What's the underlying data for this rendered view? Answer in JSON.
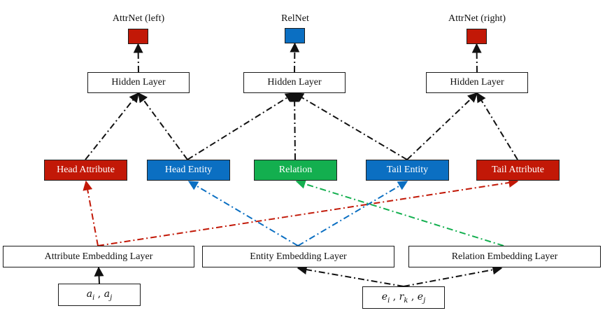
{
  "colors": {
    "attribute": "#C21807",
    "entity": "#0B6FC2",
    "relation": "#13AF4F",
    "edge_black": "#111111"
  },
  "outputs": [
    {
      "id": "attrnet-left",
      "label": "AttrNet (left)",
      "color_key": "attribute"
    },
    {
      "id": "relnet",
      "label": "RelNet",
      "color_key": "entity"
    },
    {
      "id": "attrnet-right",
      "label": "AttrNet (right)",
      "color_key": "attribute"
    }
  ],
  "hidden_layers": [
    {
      "id": "hidden-left",
      "label": "Hidden Layer"
    },
    {
      "id": "hidden-mid",
      "label": "Hidden Layer"
    },
    {
      "id": "hidden-right",
      "label": "Hidden Layer"
    }
  ],
  "features": [
    {
      "id": "head-attribute",
      "label": "Head Attribute",
      "color_key": "attribute"
    },
    {
      "id": "head-entity",
      "label": "Head Entity",
      "color_key": "entity"
    },
    {
      "id": "relation",
      "label": "Relation",
      "color_key": "relation"
    },
    {
      "id": "tail-entity",
      "label": "Tail Entity",
      "color_key": "entity"
    },
    {
      "id": "tail-attribute",
      "label": "Tail Attribute",
      "color_key": "attribute"
    }
  ],
  "embeddings": [
    {
      "id": "attr-embedding",
      "label": "Attribute Embedding Layer"
    },
    {
      "id": "entity-embedding",
      "label": "Entity Embedding Layer"
    },
    {
      "id": "relation-embedding",
      "label": "Relation Embedding Layer"
    }
  ],
  "inputs": {
    "attributes": {
      "parts": [
        {
          "base": "a",
          "sub": "i"
        },
        {
          "base": "a",
          "sub": "j"
        }
      ],
      "separator": " , "
    },
    "triple": {
      "parts": [
        {
          "base": "e",
          "sub": "i"
        },
        {
          "base": "r",
          "sub": "k"
        },
        {
          "base": "e",
          "sub": "j"
        }
      ],
      "separator": " , "
    }
  },
  "edges": [
    {
      "from": "hidden-left",
      "to": "attrnet-left",
      "color_key": "edge_black"
    },
    {
      "from": "hidden-mid",
      "to": "relnet",
      "color_key": "edge_black"
    },
    {
      "from": "hidden-right",
      "to": "attrnet-right",
      "color_key": "edge_black"
    },
    {
      "from": "head-attribute",
      "to": "hidden-left",
      "color_key": "edge_black"
    },
    {
      "from": "head-entity",
      "to": "hidden-left",
      "color_key": "edge_black"
    },
    {
      "from": "head-entity",
      "to": "hidden-mid",
      "color_key": "edge_black"
    },
    {
      "from": "relation",
      "to": "hidden-mid",
      "color_key": "edge_black"
    },
    {
      "from": "tail-entity",
      "to": "hidden-mid",
      "color_key": "edge_black"
    },
    {
      "from": "tail-entity",
      "to": "hidden-right",
      "color_key": "edge_black"
    },
    {
      "from": "tail-attribute",
      "to": "hidden-right",
      "color_key": "edge_black"
    },
    {
      "from": "attr-embedding",
      "to": "head-attribute",
      "color_key": "attribute"
    },
    {
      "from": "attr-embedding",
      "to": "tail-attribute",
      "color_key": "attribute"
    },
    {
      "from": "entity-embedding",
      "to": "head-entity",
      "color_key": "entity"
    },
    {
      "from": "entity-embedding",
      "to": "tail-entity",
      "color_key": "entity"
    },
    {
      "from": "relation-embedding",
      "to": "relation",
      "color_key": "relation"
    },
    {
      "from": "input-attributes",
      "to": "attr-embedding",
      "color_key": "edge_black",
      "style": "solid"
    },
    {
      "from": "input-triple",
      "to": "entity-embedding",
      "color_key": "edge_black"
    },
    {
      "from": "input-triple",
      "to": "relation-embedding",
      "color_key": "edge_black"
    }
  ]
}
